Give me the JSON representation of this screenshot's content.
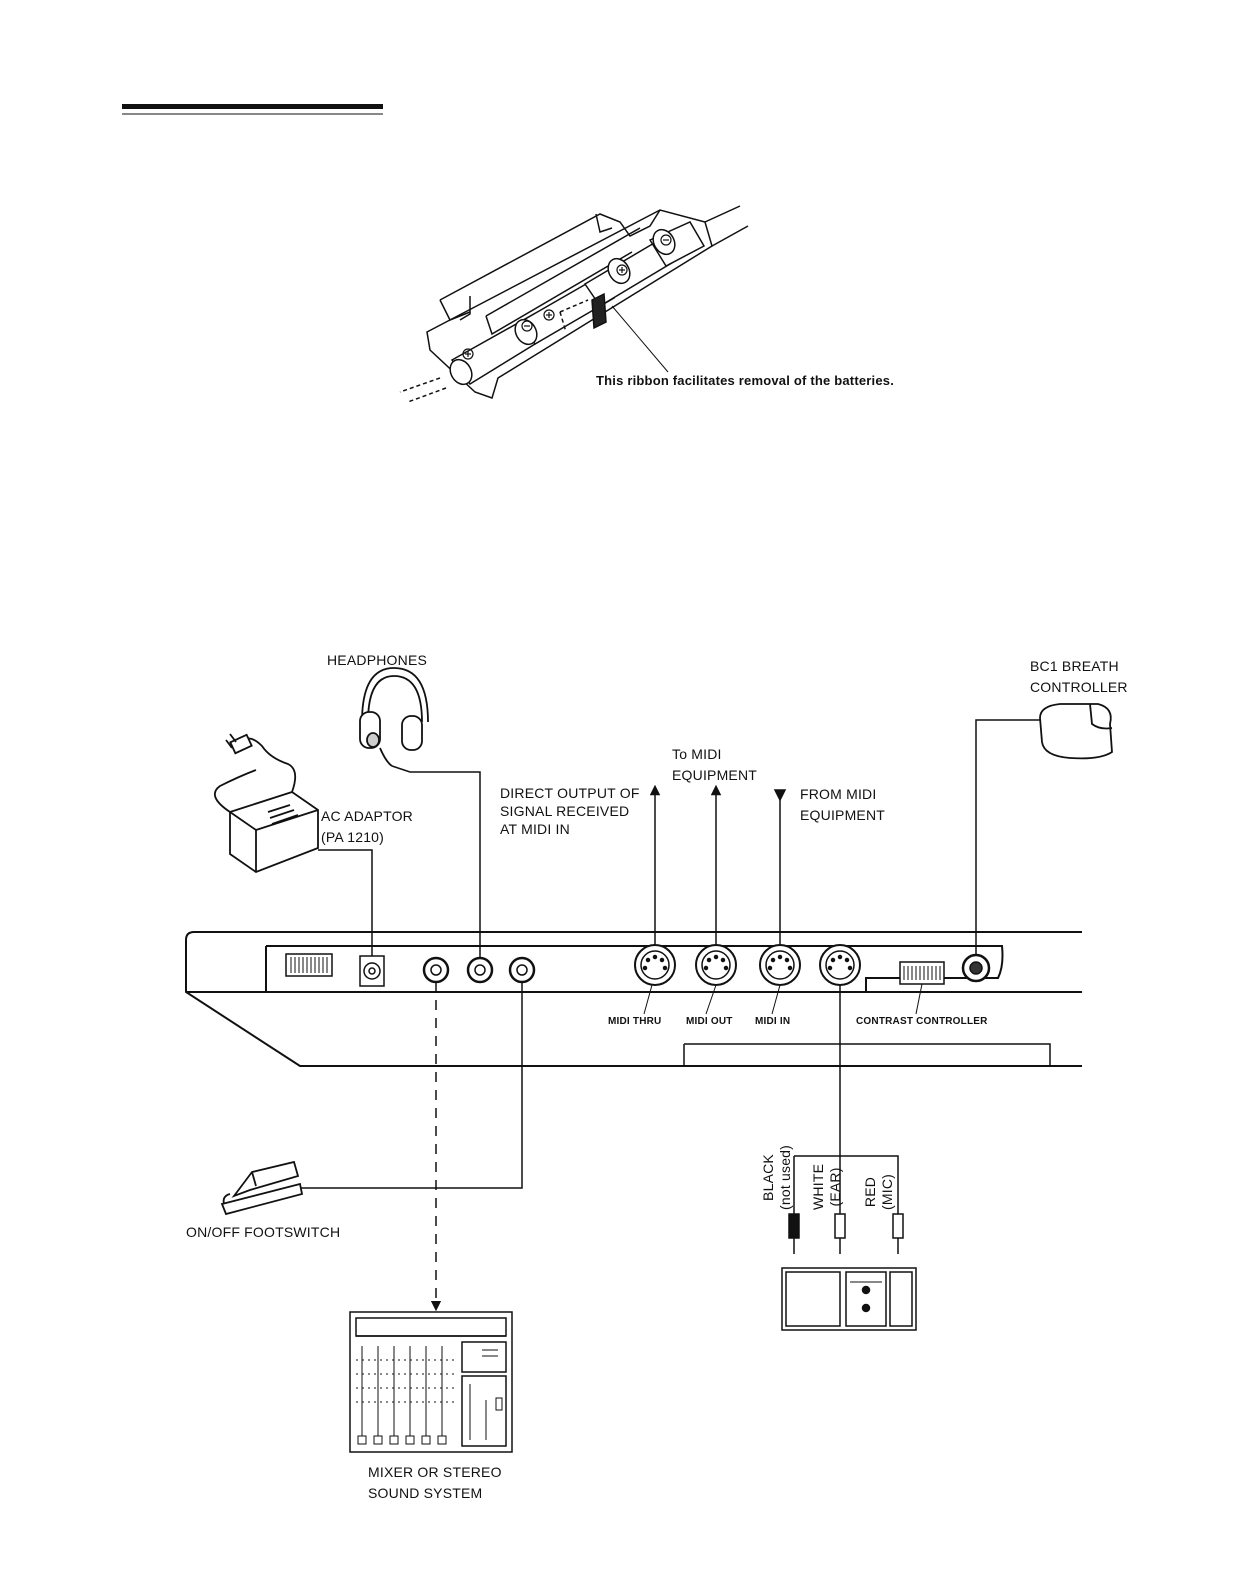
{
  "battery_figure": {
    "caption": "This ribbon facilitates removal of the batteries."
  },
  "connection_diagram": {
    "headphones": "HEADPHONES",
    "breath_controller": "BC1 BREATH\nCONTROLLER",
    "to_midi": "To MIDI\nEQUIPMENT",
    "direct_output": "DIRECT OUTPUT OF\nSIGNAL RECEIVED\nAT MIDI IN",
    "from_midi": "FROM MIDI\nEQUIPMENT",
    "ac_adaptor": "AC ADAPTOR\n(PA 1210)",
    "midi_thru": "MIDI THRU",
    "midi_out": "MIDI OUT",
    "midi_in": "MIDI IN",
    "contrast_controller": "CONTRAST CONTROLLER",
    "footswitch": "ON/OFF FOOTSWITCH",
    "mixer": "MIXER OR STEREO\nSOUND SYSTEM",
    "cable_black": "BLACK\n(not used)",
    "cable_white": "WHITE\n(EAR)",
    "cable_red": "RED\n(MIC)"
  }
}
